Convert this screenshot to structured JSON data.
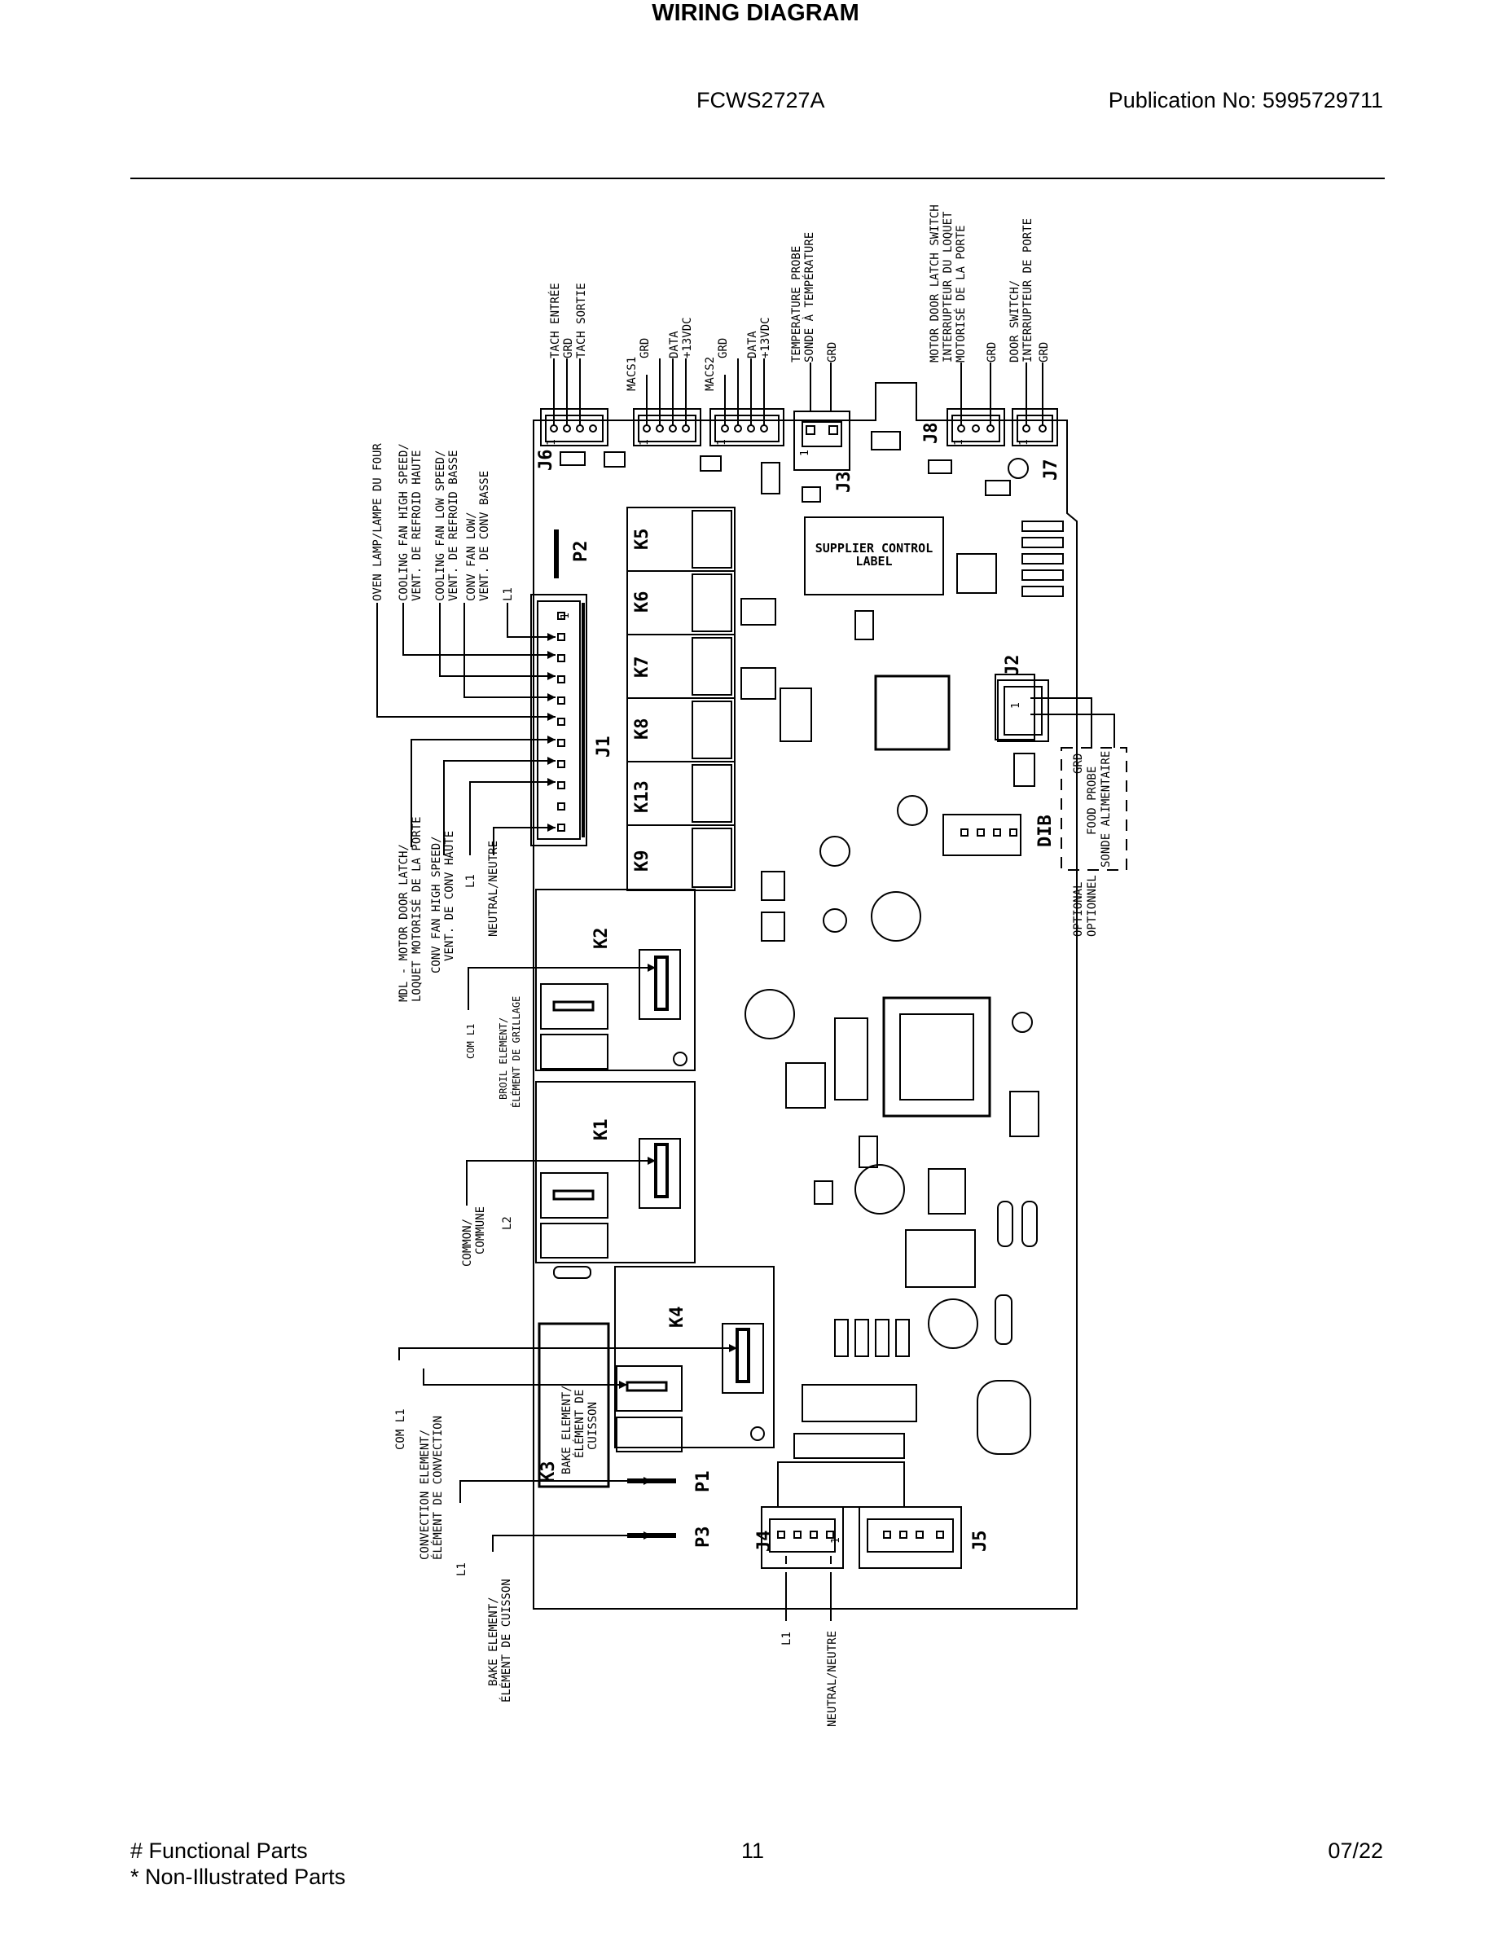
{
  "header": {
    "model": "FCWS2727A",
    "publication": "Publication No:  5995729711",
    "title": "WIRING DIAGRAM"
  },
  "footer": {
    "functional": "# Functional Parts",
    "non_illustrated": "* Non-Illustrated Parts",
    "page": "11",
    "date": "07/22"
  },
  "top_labels": {
    "tach_entree": "TACH ENTRÉE",
    "tach_grd": "GRD",
    "tach_sortie": "TACH SORTIE",
    "macs1": "MACS1",
    "macs1_grd": "GRD",
    "macs1_data": "DATA",
    "macs1_13vdc": "+13VDC",
    "macs2": "MACS2",
    "macs2_grd": "GRD",
    "macs2_data": "DATA",
    "macs2_13vdc": "+13VDC",
    "temp_probe_1": "TEMPERATURE PROBE",
    "temp_probe_2": "SONDE À TEMPÉRATURE",
    "temp_grd": "GRD",
    "latch_1": "MOTOR DOOR LATCH SWITCH",
    "latch_2": "INTERRUPTEUR DU LOQUET",
    "latch_3": "MOTORISÉ DE LA PORTE",
    "latch_grd": "GRD",
    "door_1": "DOOR SWITCH/",
    "door_2": "INTERRUPTEUR DE PORTE",
    "door_grd": "GRD"
  },
  "left_labels": {
    "oven_lamp": "OVEN LAMP/LAMPE DU FOUR",
    "cool_high_1": "COOLING FAN HIGH SPEED/",
    "cool_high_2": "VENT. DE REFROID HAUTE",
    "cool_low_1": "COOLING FAN LOW SPEED/",
    "cool_low_2": "VENT. DE REFROID BASSE",
    "conv_low_1": "CONV FAN LOW/",
    "conv_low_2": "VENT. DE CONV BASSE",
    "l1_a": "L1",
    "mdl_1": "MDL - MOTOR DOOR LATCH/",
    "mdl_2": "LOQUET MOTORISÉ DE LA PORTE",
    "conv_high_1": "CONV FAN HIGH SPEED/",
    "conv_high_2": "VENT. DE CONV HAUTE",
    "l1_b": "L1",
    "neutral_a": "NEUTRAL/NEUTRE",
    "com_l1_a": "COM L1",
    "broil_1": "BROIL ELEMENT/",
    "broil_2": "ÉLÉMENT DE GRILLAGE",
    "common_1": "COMMON/",
    "common_2": "COMMUNE",
    "l2": "L2",
    "com_l1_b": "COM L1",
    "conv_el_1": "CONVECTION ELEMENT/",
    "conv_el_2": "ÉLÉMENT DE CONVECTION",
    "l1_c": "L1",
    "bake_1": "BAKE ELEMENT/",
    "bake_2": "ÉLÉMENT DE CUISSON",
    "l1_d": "L1",
    "neutral_b": "NEUTRAL/NEUTRE"
  },
  "board_labels": {
    "j1": "J1",
    "j2": "J2",
    "j3": "J3",
    "j4": "J4",
    "j5": "J5",
    "j6": "J6",
    "j7": "J7",
    "j8": "J8",
    "p1": "P1",
    "p2": "P2",
    "p3": "P3",
    "dib": "DIB",
    "k1": "K1",
    "k2": "K2",
    "k3": "K3",
    "k4": "K4",
    "k5": "K5",
    "k6": "K6",
    "k7": "K7",
    "k8": "K8",
    "k9": "K9",
    "k13": "K13",
    "k3_bake_1": "BAKE ELEMENT/",
    "k3_bake_2": "ÉLÉMENT DE",
    "k3_bake_3": "CUISSON",
    "supplier_1": "SUPPLIER CONTROL",
    "supplier_2": "LABEL",
    "pin1": "1"
  },
  "right_labels": {
    "grd": "GRD",
    "food_probe_1": "FOOD PROBE",
    "food_probe_2": "SONDE ALIMENTAIRE",
    "optional_1": "OPTIONAL",
    "optional_2": "OPTIONNEL"
  }
}
